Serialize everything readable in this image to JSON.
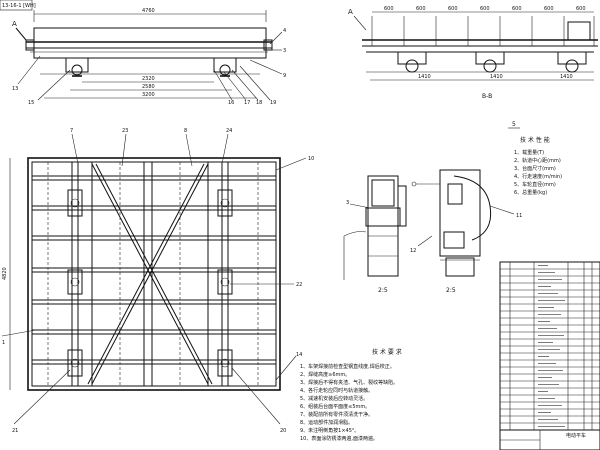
{
  "header": {
    "tag": "13-16-1 [WH]"
  },
  "view_a": {
    "dim_total": "4760",
    "dim_inner_1": "2320",
    "dim_inner_2": "2580",
    "dim_inner_3": "3200",
    "callouts": [
      "4",
      "3",
      "9",
      "13",
      "15",
      "16",
      "17",
      "18",
      "19"
    ],
    "arrow_label": "A"
  },
  "view_b": {
    "arrow_label": "A",
    "top_dims": [
      "600",
      "600",
      "600",
      "600",
      "600",
      "600",
      "600"
    ],
    "bottom_dims": [
      "1410",
      "1410",
      "1410"
    ],
    "section_label": "B-B"
  },
  "plan": {
    "callouts": [
      "7",
      "23",
      "8",
      "24",
      "10",
      "22",
      "1",
      "21",
      "20",
      "14"
    ],
    "side_dim": "4820"
  },
  "details": {
    "detail_1_label": "2:5",
    "detail_2_label": "2:5",
    "callouts": [
      "3",
      "11",
      "12"
    ]
  },
  "tech_params": {
    "marker": "5",
    "title": "技 术 性 能",
    "items": [
      "1、载重量(T)",
      "2、轨道中心距(mm)",
      "3、台面尺寸(mm)",
      "4、行走速度(m/min)",
      "5、车轮直径(mm)",
      "6、总重量(kg)"
    ]
  },
  "tech_reqs": {
    "title": "技 术 要 求",
    "items": [
      "1、车架焊接前检查型钢直线度,焊后校正。",
      "2、焊缝高度≥6mm。",
      "3、焊接后不得有夹渣、气孔、裂纹等缺陷。",
      "4、各行走轮应同时与轨道接触。",
      "5、减速机安装后应转动灵活。",
      "6、组装后台面平面度≤5mm。",
      "7、装配前所有零件须清洗干净。",
      "8、运动部件加润滑脂。",
      "9、未注明倒角按1×45°。",
      "10、表面涂防锈漆两遍,面漆两遍。"
    ]
  },
  "title_block": {
    "label": "电动平车"
  }
}
